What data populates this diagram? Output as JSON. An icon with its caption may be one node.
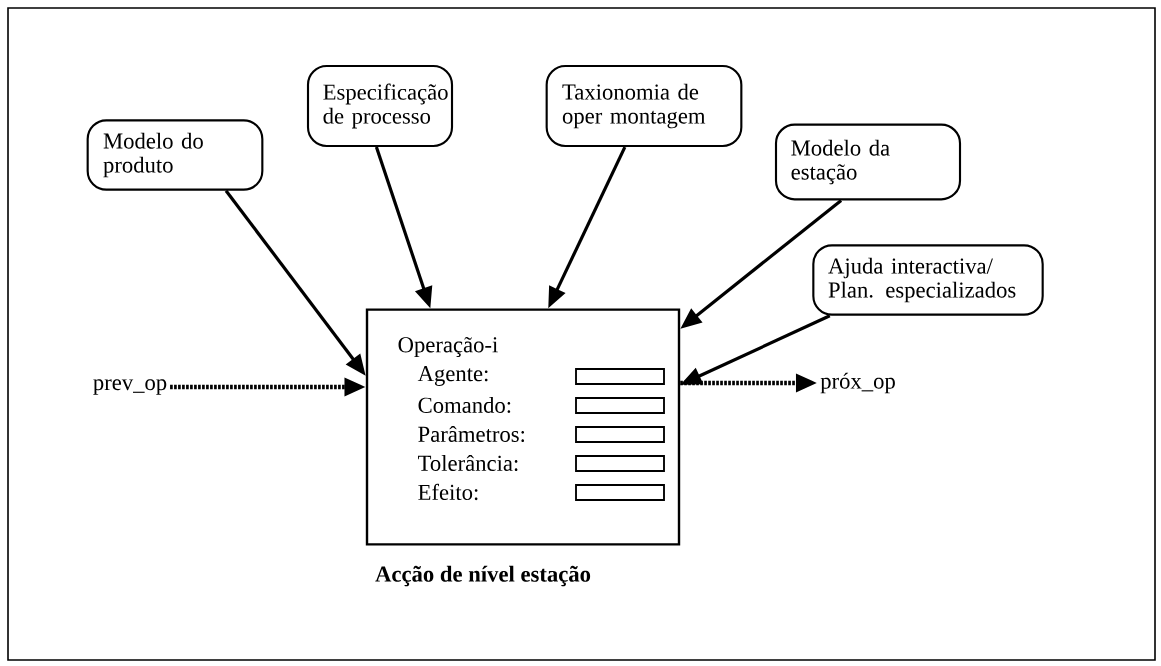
{
  "diagram": {
    "nodes": [
      {
        "text": [
          "Modelo do produto"
        ]
      },
      {
        "text": [
          "Especificação de processo"
        ]
      },
      {
        "text": [
          "Taxionomia de oper montagem"
        ]
      },
      {
        "text": [
          "Modelo da estação"
        ]
      },
      {
        "text": [
          "Ajuda interactiva/ Plan. especializados"
        ]
      },
      {
        "text": [
          "prev_op"
        ]
      },
      {
        "text": [
          "Operação-i",
          "Agente:",
          "Comando:",
          "Parâmetros:",
          "Tolerância:",
          "Efeito:"
        ],
        "beside": [
          "Acção de nível estação"
        ]
      },
      {
        "text": [
          "próx_op"
        ]
      }
    ],
    "edges": [
      {
        "from": 0,
        "to": 6,
        "arrow": "to"
      },
      {
        "from": 1,
        "to": 6,
        "arrow": "to"
      },
      {
        "from": 2,
        "to": 6,
        "arrow": "to"
      },
      {
        "from": 3,
        "to": 6,
        "arrow": "to"
      },
      {
        "from": 4,
        "to": 6,
        "arrow": "to"
      },
      {
        "from": 5,
        "to": 6,
        "arrow": "to",
        "style": "dashed"
      },
      {
        "from": 6,
        "to": 7,
        "arrow": "to",
        "style": "dashed"
      }
    ]
  }
}
